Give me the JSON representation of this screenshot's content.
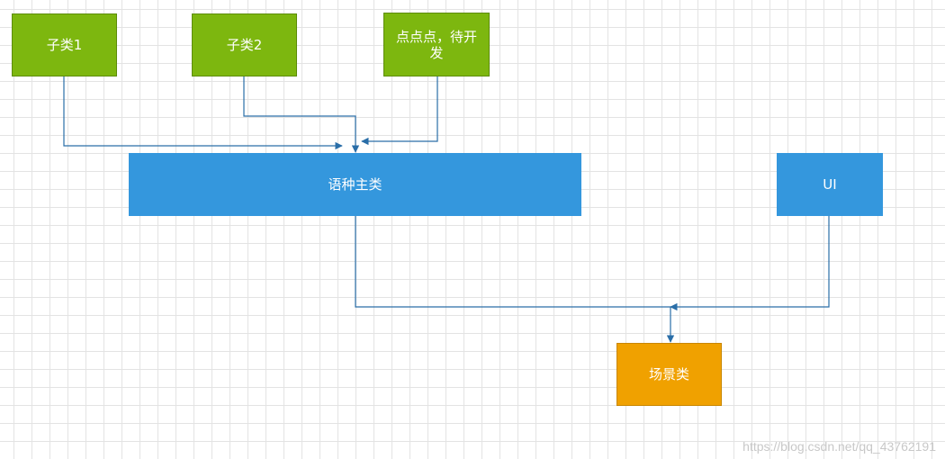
{
  "nodes": {
    "subclass1": "子类1",
    "subclass2": "子类2",
    "pending": "点点点，待开发",
    "main_class": "语种主类",
    "ui": "UI",
    "scene_class": "场景类"
  },
  "colors": {
    "green_node": "#7db70f",
    "blue_node": "#3497dd",
    "orange_node": "#f0a100",
    "connector": "#2a6ea8",
    "grid": "#e3e3e3"
  },
  "edges": [
    {
      "from": "子类1",
      "to": "语种主类"
    },
    {
      "from": "子类2",
      "to": "语种主类"
    },
    {
      "from": "点点点，待开发",
      "to": "语种主类"
    },
    {
      "from": "语种主类",
      "to": "场景类"
    },
    {
      "from": "UI",
      "to": "场景类"
    }
  ],
  "watermark": "https://blog.csdn.net/qq_43762191"
}
